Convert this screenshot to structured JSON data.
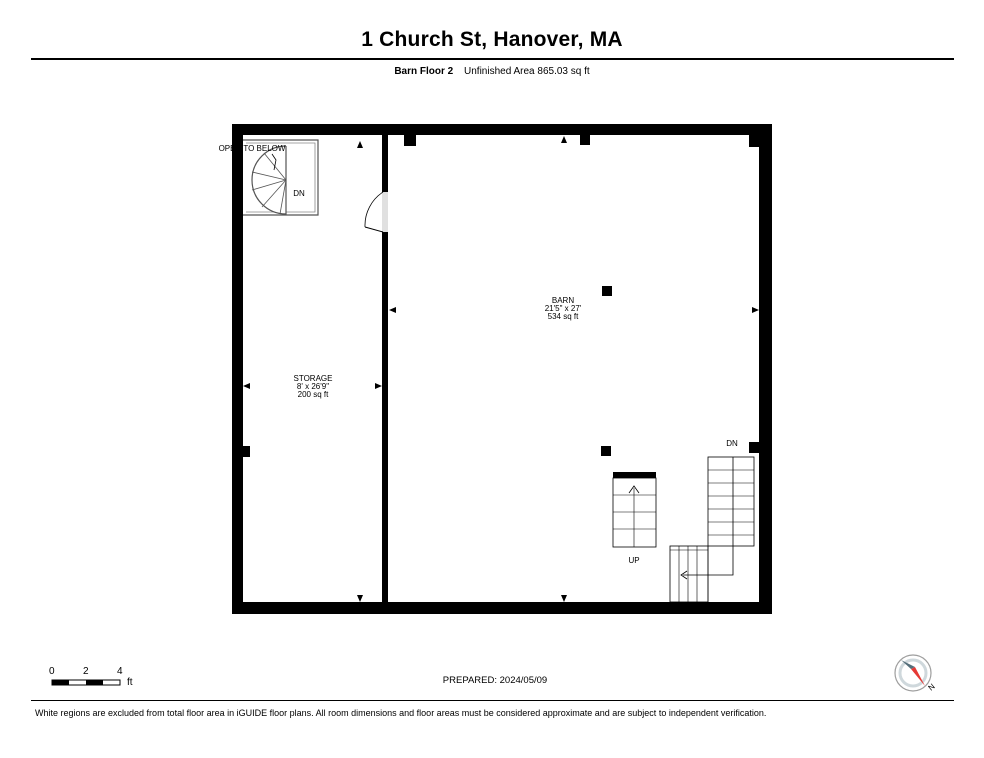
{
  "header": {
    "title": "1 Church St, Hanover, MA",
    "floor_name": "Barn Floor 2",
    "area_text": "Unfinished Area 865.03 sq ft"
  },
  "plan": {
    "storage": {
      "name": "STORAGE",
      "dims": "8' x 26'9\"",
      "area": "200 sq ft"
    },
    "barn": {
      "name": "BARN",
      "dims": "21'5\" x 27'",
      "area": "534 sq ft"
    },
    "open_to_below": "OPEN TO BELOW",
    "spiral_dn": "DN",
    "stair_dn": "DN",
    "stair_up": "UP"
  },
  "scale": {
    "t0": "0",
    "t2": "2",
    "t4": "4",
    "unit": "ft"
  },
  "prepared": "PREPARED: 2024/05/09",
  "disclaimer": "White regions are excluded from total floor area in iGUIDE floor plans. All room dimensions and floor areas must be considered approximate and are subject to independent verification.",
  "compass": {
    "label": "N",
    "needle_color": "#e53935",
    "ring_color": "#cfd8dc"
  }
}
